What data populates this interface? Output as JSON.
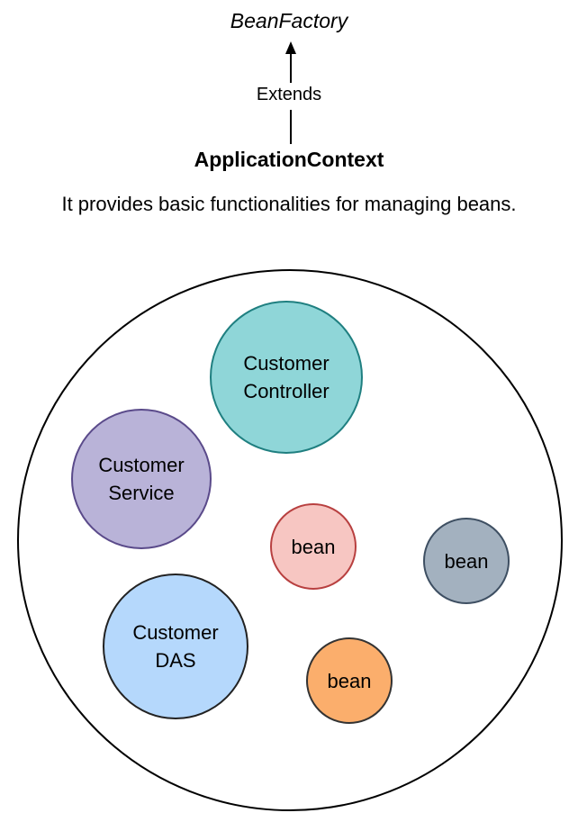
{
  "interface_name": "BeanFactory",
  "relation_label": "Extends",
  "class_name": "ApplicationContext",
  "description": "It provides basic functionalities for managing beans.",
  "beans": [
    {
      "label": "Customer\nController",
      "fill": "#8fd6d8",
      "stroke": "#1f7f80"
    },
    {
      "label": "Customer\nService",
      "fill": "#b9b3d8",
      "stroke": "#5a4a8a"
    },
    {
      "label": "bean",
      "fill": "#f7c6c2",
      "stroke": "#b84040"
    },
    {
      "label": "bean",
      "fill": "#a3b1bf",
      "stroke": "#3e4f62"
    },
    {
      "label": "Customer\nDAS",
      "fill": "#b5d8fc",
      "stroke": "#222222"
    },
    {
      "label": "bean",
      "fill": "#fbae6c",
      "stroke": "#333333"
    }
  ]
}
